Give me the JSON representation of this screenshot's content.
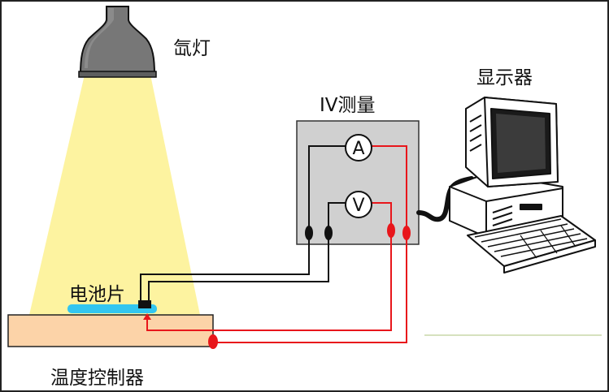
{
  "labels": {
    "lamp": "氙灯",
    "monitor": "显示器",
    "iv_measurement": "IV测量",
    "solar_cell": "电池片",
    "temperature_controller": "温度控制器"
  },
  "meters": {
    "ammeter": "A",
    "voltmeter": "V"
  },
  "colors": {
    "light_beam": "#fdf3a0",
    "lamp_body": "#777777",
    "iv_box": "#d0d0d0",
    "heating_stage": "#fcd3a8",
    "solar_cell": "#33c6f0",
    "wire_black": "#111111",
    "wire_red": "#e8161b",
    "divider": "#c9d9a8"
  }
}
